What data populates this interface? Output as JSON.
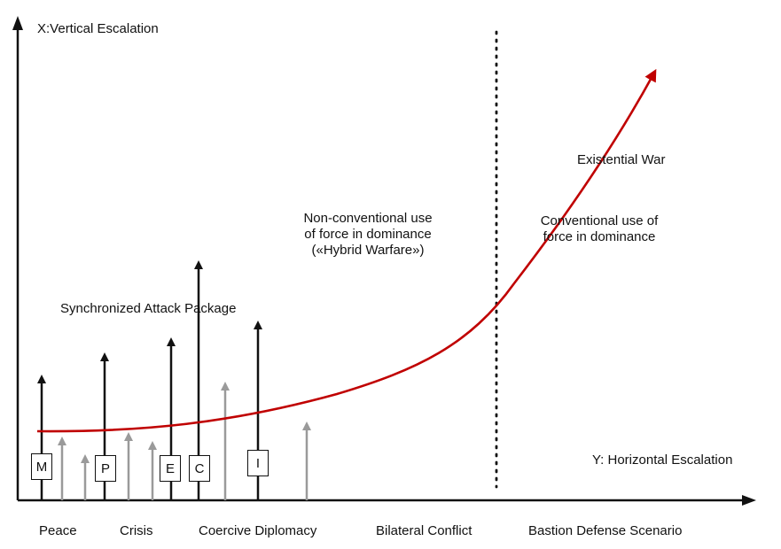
{
  "axes": {
    "x_label": "X:Vertical Escalation",
    "y_label": "Y: Horizontal Escalation"
  },
  "phases": [
    "Peace",
    "Crisis",
    "Coercive Diplomacy",
    "Bilateral Conflict",
    "Bastion Defense Scenario"
  ],
  "annotations": {
    "attack_package": "Synchronized Attack Package",
    "hybrid_line1": "Non-conventional use",
    "hybrid_line2": "of force in dominance",
    "hybrid_line3": "(«Hybrid Warfare»)",
    "conventional_line1": "Conventional use of",
    "conventional_line2": "force in dominance",
    "existential": "Existential War"
  },
  "boxes": [
    "M",
    "P",
    "E",
    "C",
    "I"
  ],
  "colors": {
    "curve": "#c00000",
    "black_arrows": "#111111",
    "gray_arrows": "#9a9a9a"
  }
}
